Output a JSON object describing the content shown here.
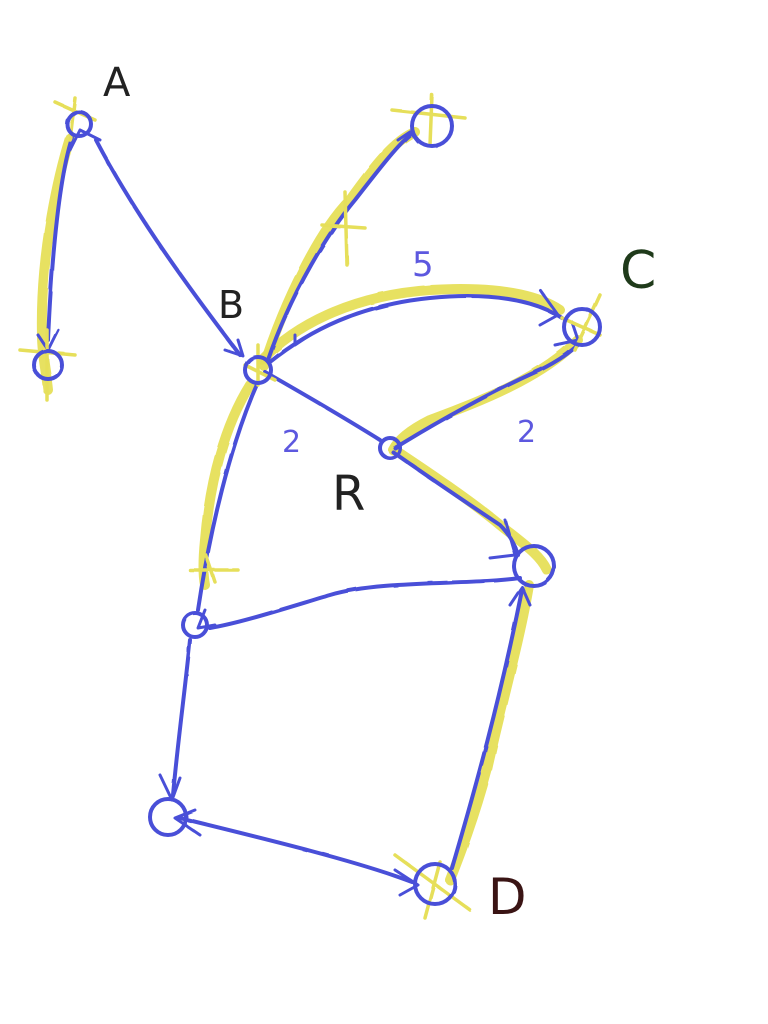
{
  "colors": {
    "edge_blue": "#4a50d8",
    "highlight_yellow": "#e6df5a",
    "label_dark": "#222222",
    "label_c": "#1f3a1a",
    "label_d": "#3a1414",
    "weight_text": "#5d58df"
  },
  "node_labels": {
    "a": "A",
    "b": "B",
    "c": "C",
    "d": "D",
    "r": "R"
  },
  "edge_weights": {
    "b_to_c": "5",
    "b_to_r": "2",
    "r_to_c": "2"
  }
}
